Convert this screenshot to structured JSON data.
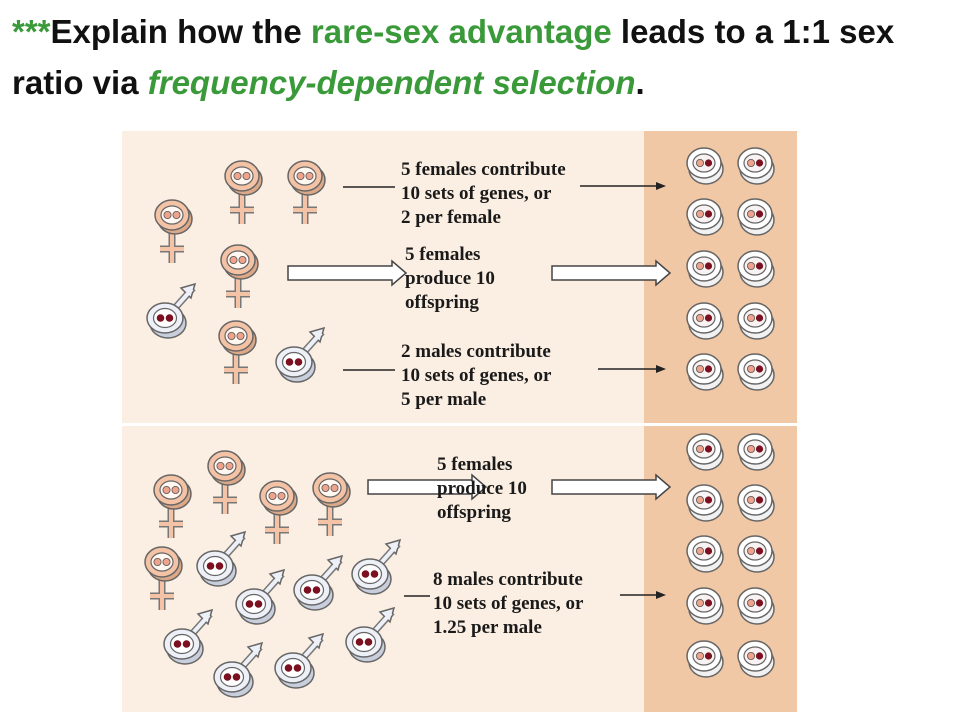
{
  "title": {
    "stars": "***",
    "part1": "Explain how the ",
    "part2": "rare-sex advantage",
    "part3": " leads to a 1:1 sex ratio via ",
    "part4": "frequency-dependent selection",
    "part5": "."
  },
  "top_panel": {
    "female_genes_text": [
      "5 females contribute",
      "10 sets of genes, or",
      "2 per female"
    ],
    "female_offspring_text": [
      "5 females",
      "produce 10",
      "offspring"
    ],
    "male_genes_text": [
      "2 males contribute",
      "10 sets of genes, or",
      "5 per male"
    ],
    "female_count": 5,
    "male_count": 2,
    "offspring_count": 10
  },
  "bottom_panel": {
    "female_offspring_text": [
      "5 females",
      "produce 10",
      "offspring"
    ],
    "male_genes_text": [
      "8 males contribute",
      "10 sets of genes, or",
      "1.25 per male"
    ],
    "female_count": 5,
    "male_count": 8,
    "offspring_count": 10
  },
  "colors": {
    "panel_bg": "#fbeee2",
    "offspring_bg": "#f1c8a6",
    "title_green": "#3a9a3a",
    "female_fill": "#f4c3a6",
    "male_fill": "#eef0f8",
    "dot": "#7a1020"
  }
}
